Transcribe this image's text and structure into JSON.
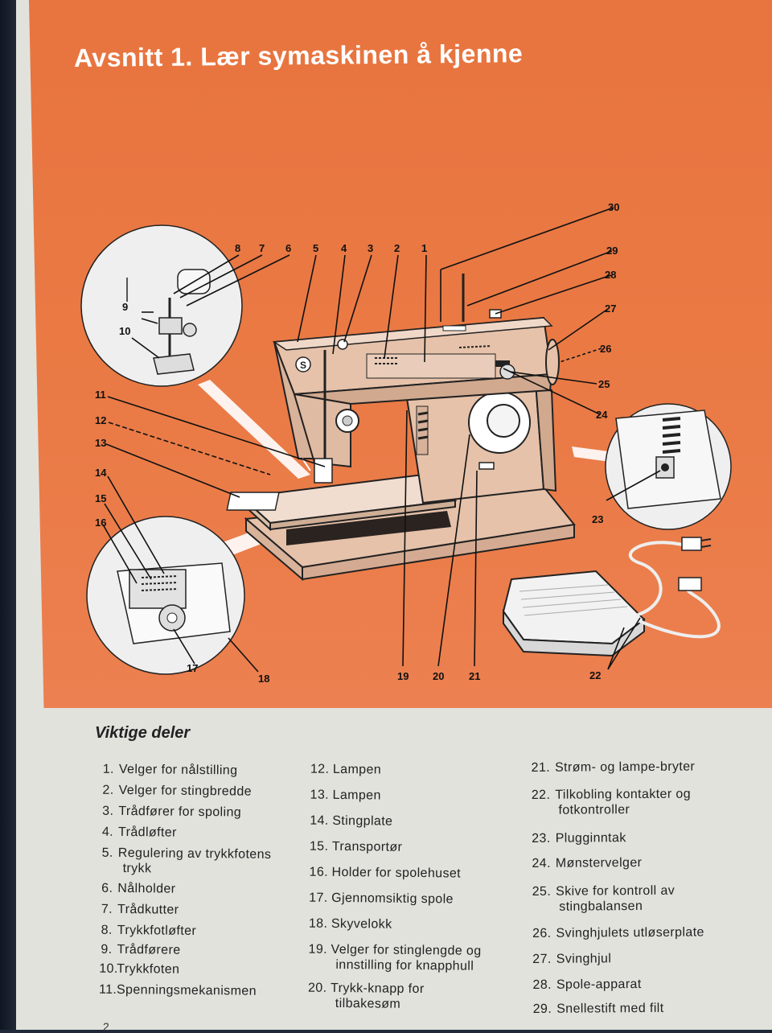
{
  "title": "Avsnitt 1. Lær symaskinen å kjenne",
  "parts_title": "Viktige deler",
  "callouts": [
    "1",
    "2",
    "3",
    "4",
    "5",
    "6",
    "7",
    "8",
    "9",
    "10",
    "11",
    "12",
    "13",
    "14",
    "15",
    "16",
    "17",
    "18",
    "19",
    "20",
    "21",
    "22",
    "23",
    "24",
    "25",
    "26",
    "27",
    "28",
    "29",
    "30"
  ],
  "parts": [
    {
      "num": "1.",
      "lines": [
        "Velger for nålstilling"
      ]
    },
    {
      "num": "2.",
      "lines": [
        "Velger for stingbredde"
      ]
    },
    {
      "num": "3.",
      "lines": [
        "Trådfører for spoling"
      ]
    },
    {
      "num": "4.",
      "lines": [
        "Trådløfter"
      ]
    },
    {
      "num": "5.",
      "lines": [
        "Regulering av trykkfotens",
        "trykk"
      ]
    },
    {
      "num": "6.",
      "lines": [
        "Nålholder"
      ]
    },
    {
      "num": "7.",
      "lines": [
        "Trådkutter"
      ]
    },
    {
      "num": "8.",
      "lines": [
        "Trykkfotløfter"
      ]
    },
    {
      "num": "9.",
      "lines": [
        "Trådførere"
      ]
    },
    {
      "num": "10.",
      "lines": [
        "Trykkfoten"
      ]
    },
    {
      "num": "11.",
      "lines": [
        "Spenningsmekanismen"
      ]
    },
    {
      "num": "12.",
      "lines": [
        "Lampen"
      ]
    },
    {
      "num": "13.",
      "lines": [
        "Lampen"
      ]
    },
    {
      "num": "14.",
      "lines": [
        "Stingplate"
      ]
    },
    {
      "num": "15.",
      "lines": [
        "Transportør"
      ]
    },
    {
      "num": "16.",
      "lines": [
        "Holder for spolehuset"
      ]
    },
    {
      "num": "17.",
      "lines": [
        "Gjennomsiktig spole"
      ]
    },
    {
      "num": "18.",
      "lines": [
        "Skyvelokk"
      ]
    },
    {
      "num": "19.",
      "lines": [
        "Velger for stinglengde og",
        "innstilling for knapphull"
      ]
    },
    {
      "num": "20.",
      "lines": [
        "Trykk-knapp for",
        "tilbakesøm"
      ]
    },
    {
      "num": "21.",
      "lines": [
        "Strøm- og lampe-bryter"
      ]
    },
    {
      "num": "22.",
      "lines": [
        "Tilkobling kontakter og",
        "fotkontroller"
      ]
    },
    {
      "num": "23.",
      "lines": [
        "Plugginntak"
      ]
    },
    {
      "num": "24.",
      "lines": [
        "Mønstervelger"
      ]
    },
    {
      "num": "25.",
      "lines": [
        "Skive for kontroll av",
        "stingbalansen"
      ]
    },
    {
      "num": "26.",
      "lines": [
        "Svinghjulets utløserplate"
      ]
    },
    {
      "num": "27.",
      "lines": [
        "Svinghjul"
      ]
    },
    {
      "num": "28.",
      "lines": [
        "Spole-apparat"
      ]
    },
    {
      "num": "29.",
      "lines": [
        "Snellestift med filt"
      ]
    }
  ],
  "page_number": "2",
  "colors": {
    "orange": "#e8743f",
    "machine": "#e6c2aa",
    "paper": "#e2e2dd"
  }
}
